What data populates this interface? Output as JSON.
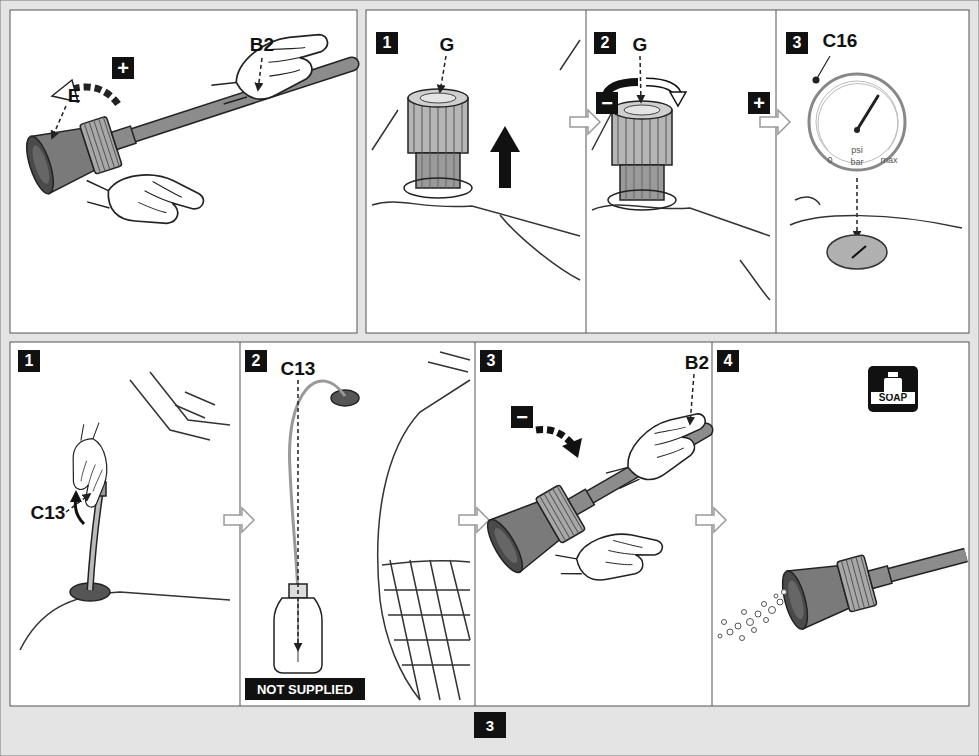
{
  "diagram": {
    "nodes": [
      {
        "text": [
          "1"
        ]
      },
      {
        "text": [
          "2"
        ]
      },
      {
        "text": [
          "3"
        ]
      },
      {
        "text": [
          "+"
        ]
      },
      {
        "text": [
          "−"
        ]
      },
      {
        "text": [
          "+"
        ]
      },
      {
        "text": [
          "1"
        ]
      },
      {
        "text": [
          "2"
        ]
      },
      {
        "text": [
          "3"
        ]
      },
      {
        "text": [
          "4"
        ]
      },
      {
        "text": [
          "SOAP"
        ]
      },
      {
        "text": [
          "−"
        ]
      },
      {
        "text": [
          "NOT SUPPLIED"
        ]
      },
      {
        "text": [
          "3"
        ]
      }
    ],
    "labels": [
      "B2",
      "G",
      "G",
      "C16",
      "E",
      "max",
      "psi",
      "0",
      "bar",
      "C13",
      "B2",
      "C13"
    ]
  }
}
